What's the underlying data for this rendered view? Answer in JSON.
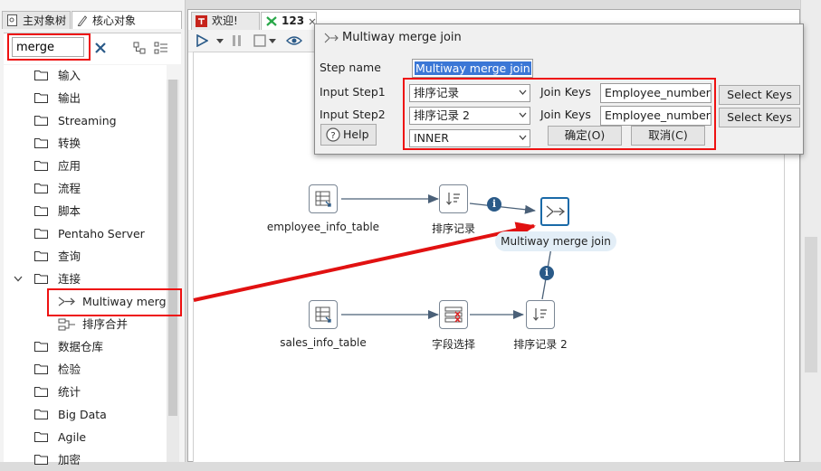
{
  "left_panel": {
    "tabs": [
      {
        "label": "主对象树"
      },
      {
        "label": "核心对象"
      }
    ],
    "search": {
      "value": "merge"
    },
    "tree": [
      {
        "label": "输入"
      },
      {
        "label": "输出"
      },
      {
        "label": "Streaming"
      },
      {
        "label": "转换"
      },
      {
        "label": "应用"
      },
      {
        "label": "流程"
      },
      {
        "label": "脚本"
      },
      {
        "label": "Pentaho Server"
      },
      {
        "label": "查询"
      },
      {
        "label": "连接"
      },
      {
        "label": "Multiway merge"
      },
      {
        "label": "排序合并"
      },
      {
        "label": "数据仓库"
      },
      {
        "label": "检验"
      },
      {
        "label": "统计"
      },
      {
        "label": "Big Data"
      },
      {
        "label": "Agile"
      },
      {
        "label": "加密"
      }
    ]
  },
  "editor": {
    "tabs": [
      {
        "label": "欢迎!"
      },
      {
        "label": "123"
      }
    ]
  },
  "canvas": {
    "nodes": [
      {
        "label": "employee_info_table"
      },
      {
        "label": "排序记录"
      },
      {
        "label": "Multiway merge join"
      },
      {
        "label": "sales_info_table"
      },
      {
        "label": "字段选择"
      },
      {
        "label": "排序记录 2"
      }
    ],
    "info_badge": "i"
  },
  "dialog": {
    "title": "Multiway merge join",
    "step_name_label": "Step name",
    "step_name_value": "Multiway merge join",
    "input_step1_label": "Input Step1",
    "input_step1_value": "排序记录",
    "input_step2_label": "Input Step2",
    "input_step2_value": "排序记录 2",
    "join_keys_label_1": "Join Keys",
    "join_keys_value_1": "Employee_number",
    "join_keys_label_2": "Join Keys",
    "join_keys_value_2": "Employee_number",
    "select_keys_1": "Select Keys",
    "select_keys_2": "Select Keys",
    "join_type": "INNER",
    "ok_label": "确定(O)",
    "cancel_label": "取消(C)",
    "help_label": "Help"
  },
  "colors": {
    "highlight": "#e11111",
    "hop_arrow": "#4a6078",
    "info_badge": "#2a5a88",
    "selected_node": "#1a6aa8"
  }
}
